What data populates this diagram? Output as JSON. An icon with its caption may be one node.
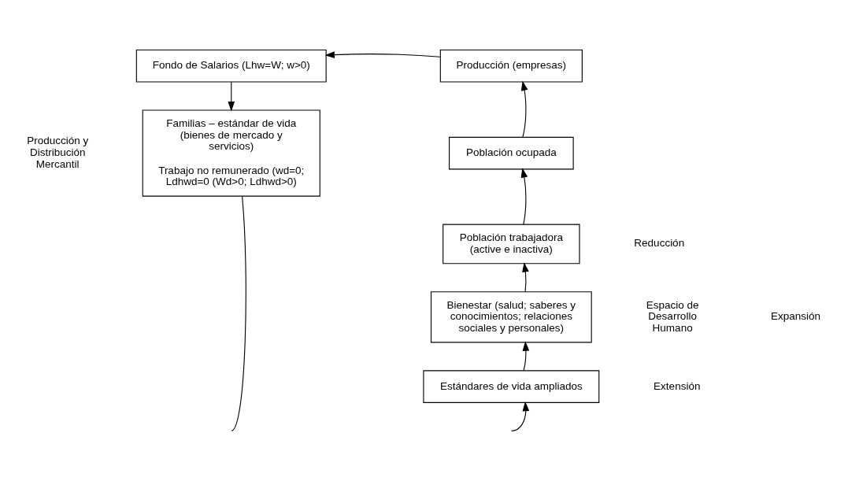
{
  "diagram": {
    "nodes": [
      {
        "text": [
          "Fondo de Salarios (Lhw=W; w>0)"
        ]
      },
      {
        "text": [
          "Producción (empresas)"
        ]
      },
      {
        "text": [
          "Familias – estándar de vida (bienes de mercado y servicios)",
          "Trabajo no remunerado (wd=0; Ldhwd=0 (Wd>0; Ldhwd>0)"
        ]
      },
      {
        "text": [
          "Población ocupada"
        ]
      },
      {
        "text": [
          "Población trabajadora (active e inactiva)"
        ]
      },
      {
        "text": [
          "Bienestar (salud; saberes y conocimientos; relaciones sociales y personales)"
        ]
      },
      {
        "text": [
          "Estándares de vida ampliados"
        ]
      }
    ],
    "edges": [
      {
        "from": 1,
        "to": 0,
        "arrow": "to"
      },
      {
        "from": 0,
        "to": 2,
        "arrow": "to"
      },
      {
        "from": 3,
        "to": 1,
        "arrow": "to"
      },
      {
        "from": 4,
        "to": 3,
        "arrow": "to"
      },
      {
        "from": 5,
        "to": 4,
        "arrow": "to"
      },
      {
        "from": 6,
        "to": 5,
        "arrow": "to"
      },
      {
        "from": null,
        "to": 6,
        "arrow": "to"
      },
      {
        "from": 2,
        "to": null,
        "arrow": "none"
      }
    ],
    "labels": [
      "Producción y Distribución Mercantil",
      "Reducción",
      "Espacio de Desarrollo Humano",
      "Expansión",
      "Extensión"
    ]
  }
}
